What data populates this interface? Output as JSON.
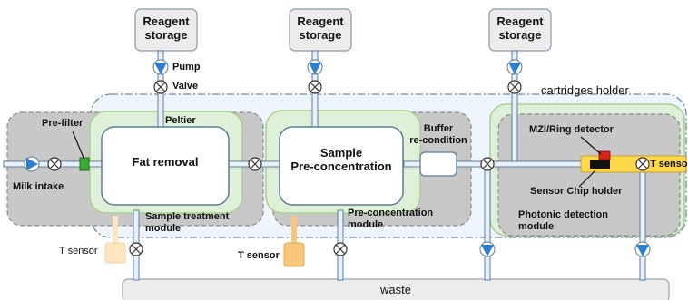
{
  "reagents": [
    {
      "line1": "Reagent",
      "line2": "storage"
    },
    {
      "line1": "Reagent",
      "line2": "storage"
    },
    {
      "line1": "Reagent",
      "line2": "storage"
    }
  ],
  "labels": {
    "pump": "Pump",
    "valve": "Valve",
    "cartridges_holder": "cartridges holder",
    "prefilter": "Pre-filter",
    "milk_intake": "Milk intake",
    "peltier": "Peltier",
    "fat_removal": "Fat removal",
    "sample_line1": "Sample",
    "sample_line2": "Pre-concentration",
    "buffer_line1": "Buffer",
    "buffer_line2": "re-condition",
    "mzi": "MZI/Ring detector",
    "sensor_chip_holder": "Sensor Chip holder",
    "t_sensor_right": "T senso",
    "module1_line1": "Sample treatment",
    "module1_line2": "module",
    "module2_line1": "Pre-concentration",
    "module2_line2": "module",
    "module3_line1": "Photonic detection",
    "module3_line2": "module",
    "t_sensor_left": "T sensor",
    "t_sensor_mid": "T sensor",
    "waste": "waste"
  },
  "colors": {
    "module_fill": "#c8c8c8",
    "module_stroke": "#8a8a8a",
    "peltier_fill": "#dff0d8",
    "peltier_stroke": "#a8cf92",
    "cartridge_fill": "#eef5fc",
    "cartridge_stroke": "#6c8aa8",
    "pump_blue": "#2f7fcf",
    "pipe_fill": "#e8f1fa",
    "pipe_stroke": "#5b7d9c",
    "prefilter_green": "#3aaa35",
    "tsensor_orange": "#f7c67a",
    "chip_yellow": "#ffd84a",
    "chip_red": "#d9231d",
    "waste_fill": "#ececec"
  }
}
